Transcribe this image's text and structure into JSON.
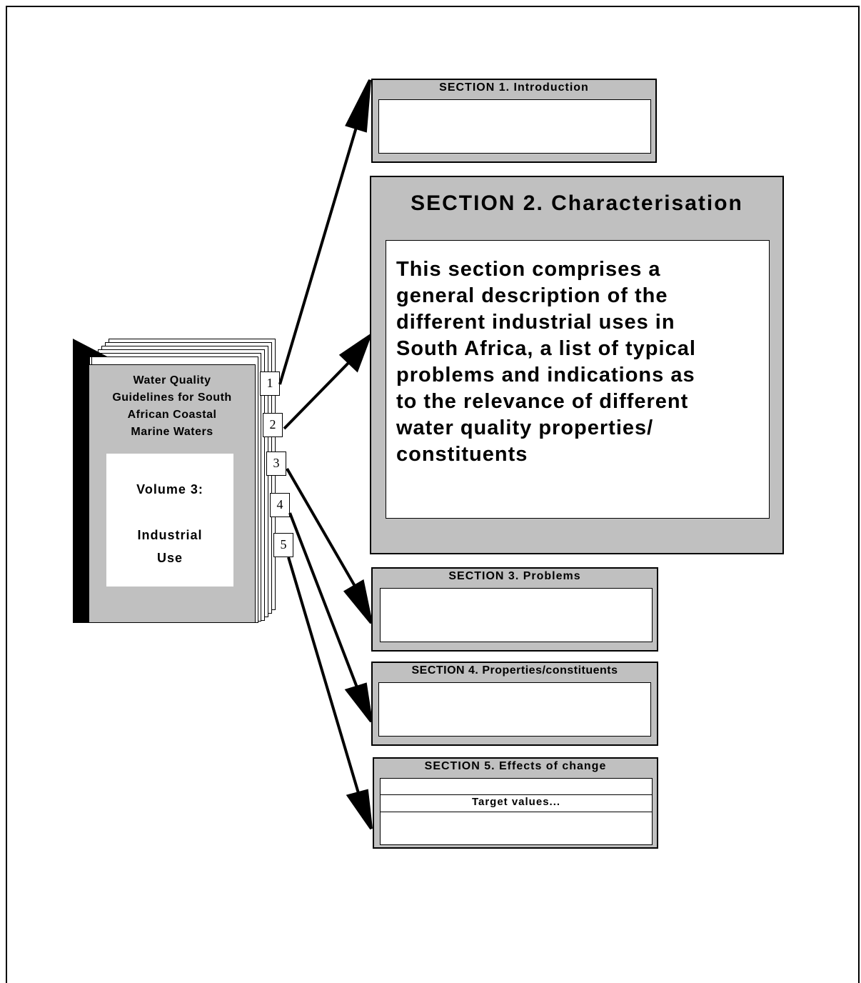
{
  "book": {
    "title": "Water Quality Guidelines for South African Coastal Marine Waters",
    "title_lines": [
      "Water Quality",
      "Guidelines for South",
      "African Coastal",
      "Marine Waters"
    ],
    "volume": "Volume 3:",
    "subject_lines": [
      "Industrial",
      "Use"
    ],
    "tabs": [
      "1",
      "2",
      "3",
      "4",
      "5"
    ]
  },
  "sections": {
    "s1": {
      "heading": "SECTION  1.  Introduction"
    },
    "s2": {
      "heading": "SECTION  2.  Characterisation",
      "body_lines": [
        "This section comprises a",
        "general  description of the",
        "different industrial uses in",
        "South Africa, a list of typical",
        "problems and indications as",
        "to the relevance of   different",
        "water quality properties/",
        "constituents"
      ]
    },
    "s3": {
      "heading": "SECTION  3.  Problems"
    },
    "s4": {
      "heading": "SECTION  4.  Properties/constituents"
    },
    "s5": {
      "heading": "SECTION  5.  Effects of change",
      "row_label": "Target values..."
    }
  },
  "colors": {
    "panel_gray": "#c0c0c0",
    "line": "#000000",
    "paper": "#ffffff"
  }
}
